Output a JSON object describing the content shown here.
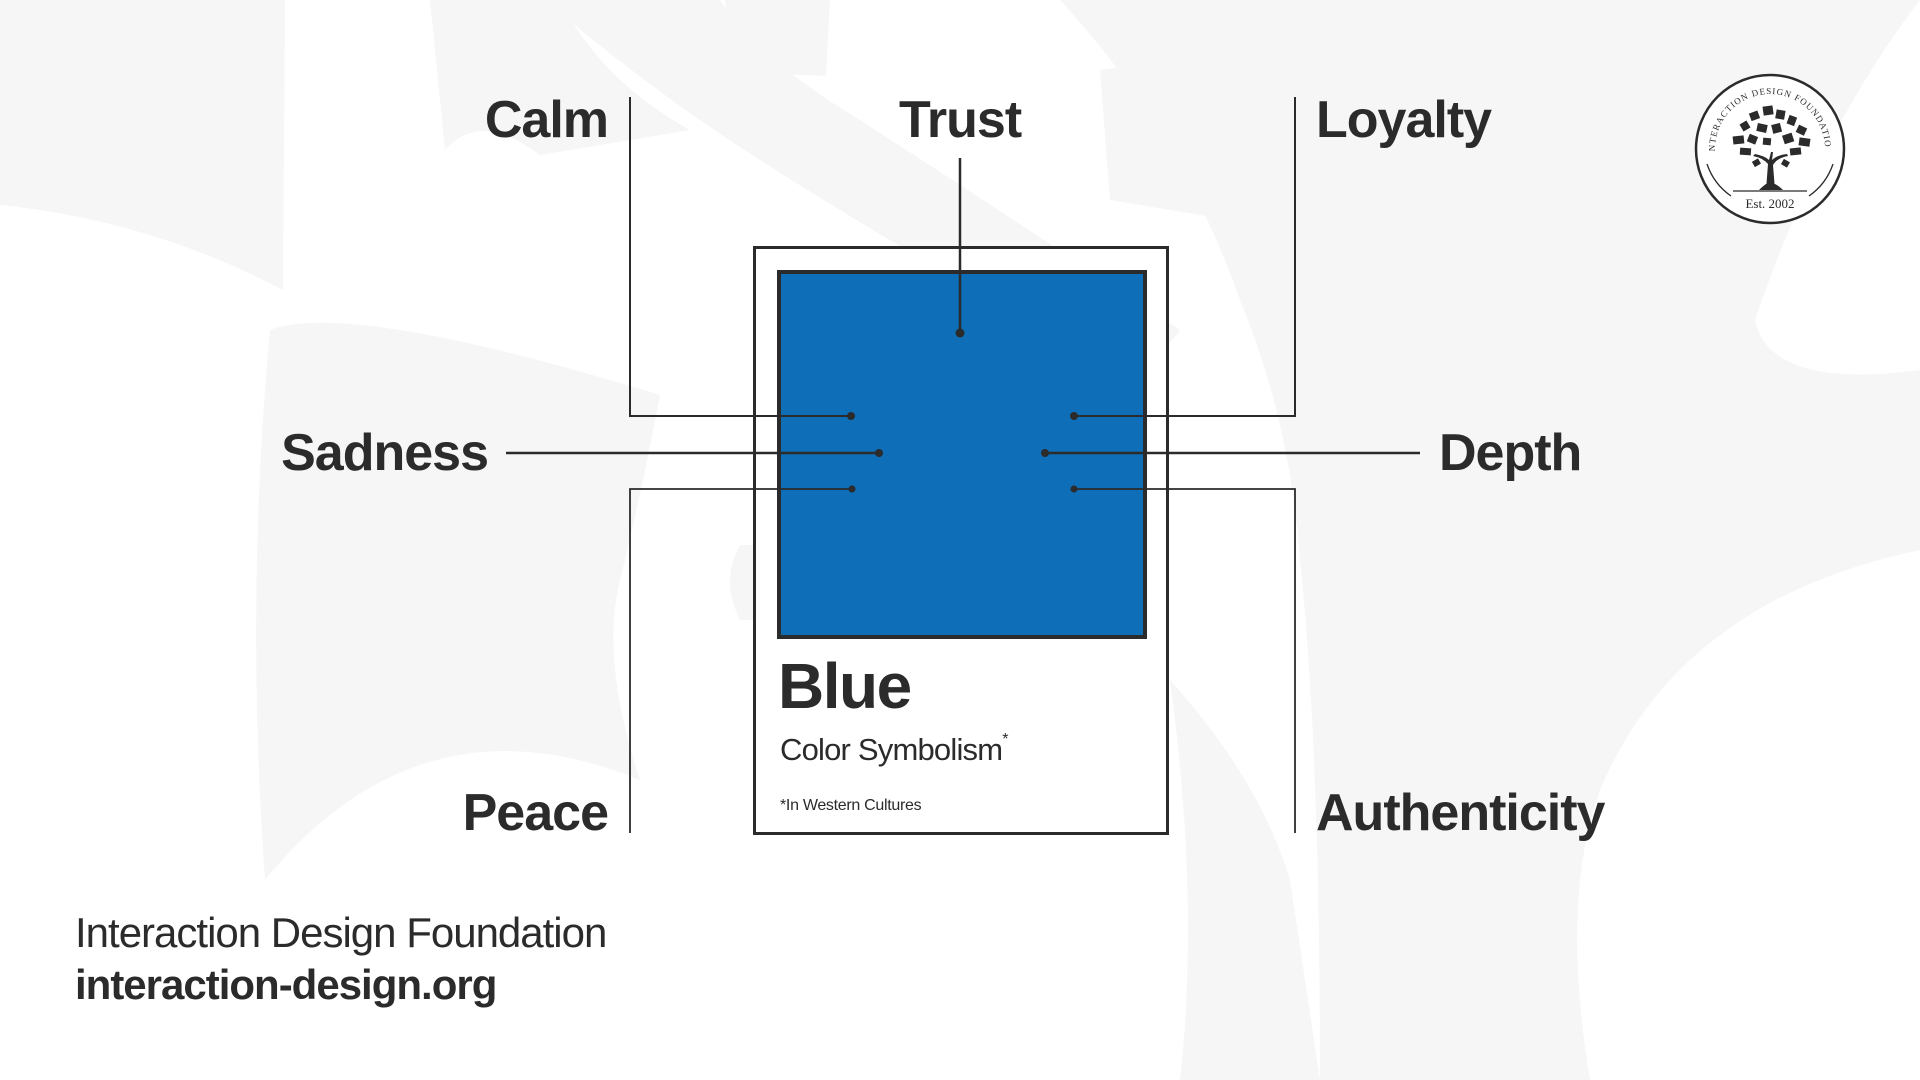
{
  "diagram": {
    "swatch_color": "#0E6FB8",
    "ink_color": "#2B2B2B",
    "card": {
      "title": "Blue",
      "subtitle": "Color Symbolism",
      "subtitle_mark": "*",
      "note": "*In Western Cultures"
    },
    "labels": {
      "calm": "Calm",
      "trust": "Trust",
      "loyalty": "Loyalty",
      "sadness": "Sadness",
      "depth": "Depth",
      "peace": "Peace",
      "authenticity": "Authenticity"
    }
  },
  "logo": {
    "ring_text": "INTERACTION DESIGN FOUNDATION",
    "established": "Est. 2002",
    "icon": "tree-of-books-icon"
  },
  "footer": {
    "organization": "Interaction Design Foundation",
    "url": "interaction-design.org"
  }
}
